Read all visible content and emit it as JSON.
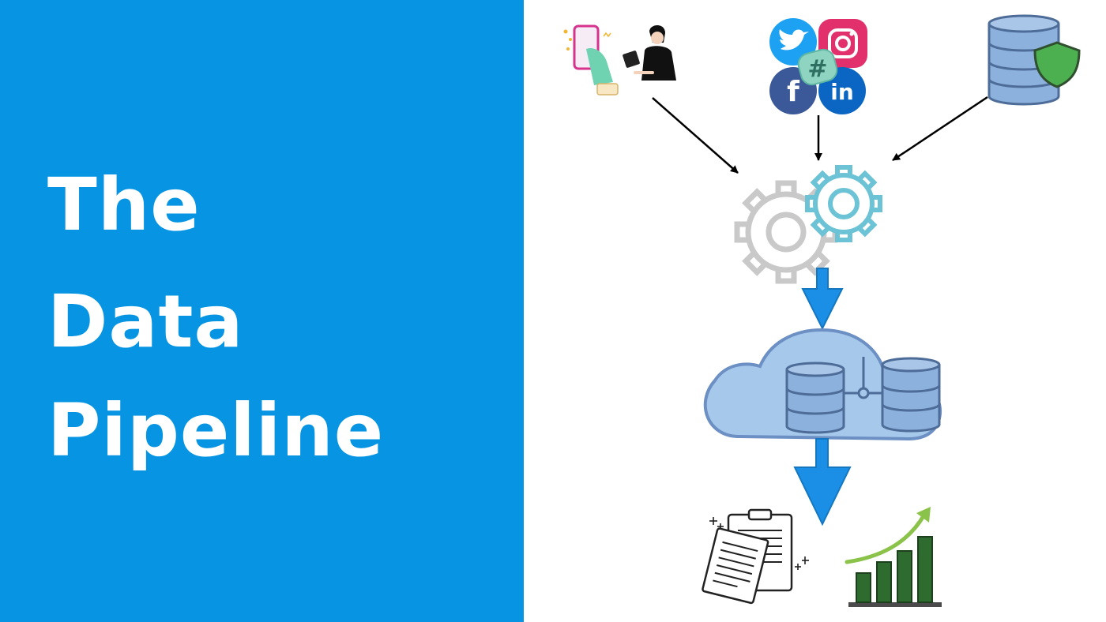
{
  "title": {
    "lines": [
      "The",
      "Data",
      "Pipeline"
    ]
  },
  "colors": {
    "panel_blue": "#0795e3",
    "arrow_blue": "#1b8fe6",
    "gear_gray": "#c9c9c9",
    "gear_teal": "#6cc3d6",
    "cloud_fill": "#a5c8eb",
    "cloud_stroke": "#6c8fc4",
    "db_fill": "#8cb1dd",
    "db_stroke": "#4e6c98",
    "shield_green": "#4caf50",
    "twitter": "#1da1f2",
    "facebook": "#3b5998",
    "linkedin": "#0a66c2",
    "slack": "#8fd3c1",
    "bar_green": "#2e6b2e",
    "trend_green": "#8bc34a"
  },
  "diagram": {
    "sources": [
      "mobile-user-illustration",
      "social-media-icons",
      "secure-database-icon"
    ],
    "processing": "gears-icon",
    "storage": "cloud-database-icon",
    "outputs": [
      "reports-icon",
      "growth-chart-icon"
    ],
    "social_letters": {
      "facebook": "f",
      "linkedin": "in",
      "slack": "#"
    }
  }
}
